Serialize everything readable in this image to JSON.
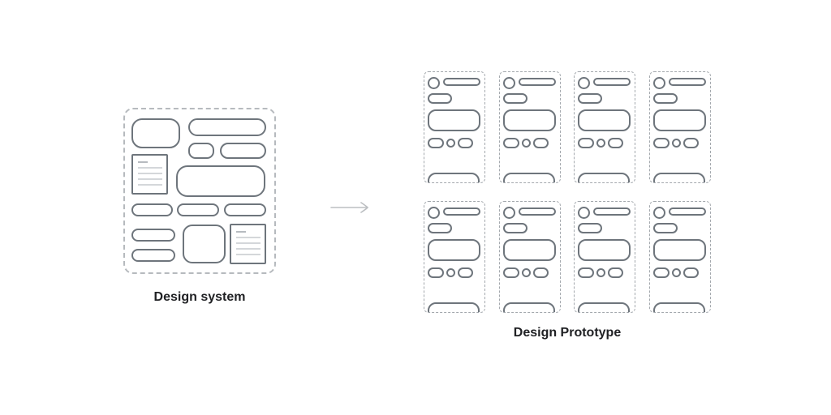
{
  "labels": {
    "design_system": "Design system",
    "design_prototype": "Design Prototype"
  },
  "design_system": {
    "components": [
      "rounded-rect",
      "wide-bar",
      "small-rect",
      "medium-bar",
      "document-card-with-text-lines",
      "large-card",
      "pill",
      "pill",
      "pill",
      "pill",
      "pill",
      "square-card",
      "document-card-with-text-lines"
    ]
  },
  "arrow": {
    "name": "right-arrow",
    "direction": "right"
  },
  "design_prototype": {
    "grid": {
      "rows": 2,
      "columns": 4,
      "count": 8
    },
    "screen_elements": [
      "avatar-circle",
      "title-bar",
      "chip",
      "hero-card",
      "action-pill",
      "dot",
      "action-pill",
      "bottom-sheet"
    ]
  },
  "colors": {
    "background": "#ffffff",
    "stroke": "#6e757c",
    "container-dash": "#b6babe",
    "phone-dash": "#a3a8ad",
    "doc-line-dark": "#b7bbc0",
    "doc-line-light": "#d4d7da",
    "label-text": "#202124",
    "arrow": "#bcbfc2"
  }
}
